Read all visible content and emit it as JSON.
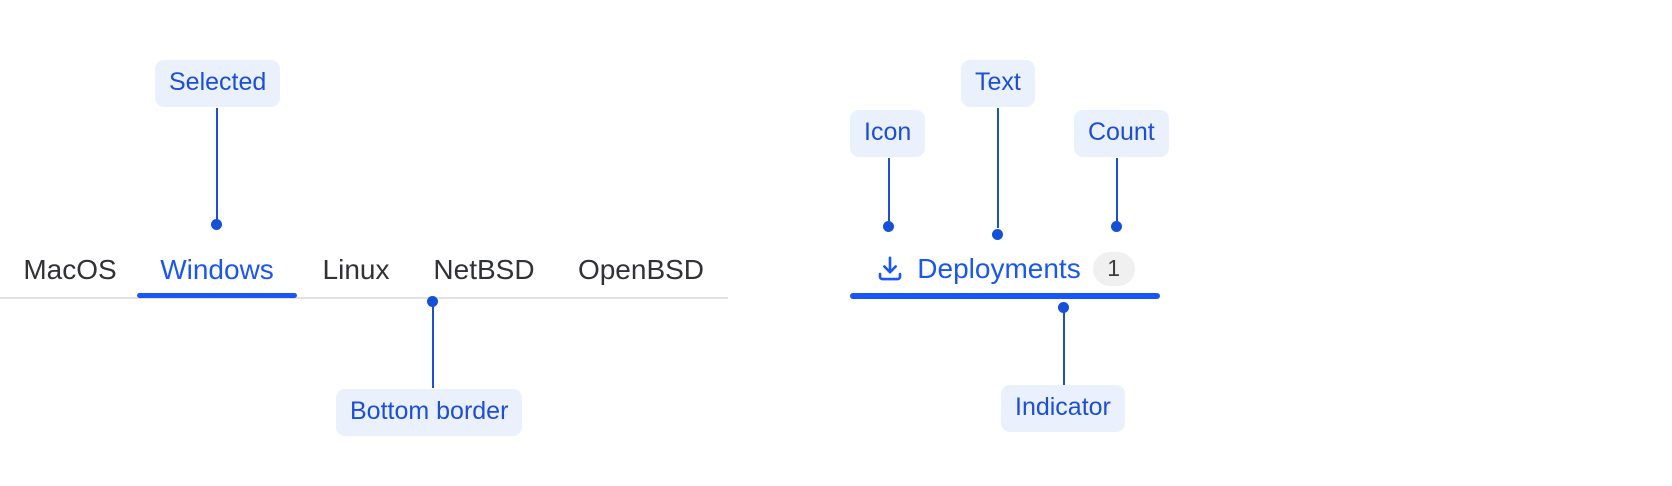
{
  "tabs_example": {
    "name": "os-tabs",
    "items": [
      {
        "label": "MacOS",
        "selected": false
      },
      {
        "label": "Windows",
        "selected": true
      },
      {
        "label": "Linux",
        "selected": false
      },
      {
        "label": "NetBSD",
        "selected": false
      },
      {
        "label": "OpenBSD",
        "selected": false
      }
    ],
    "annotations": {
      "selected": "Selected",
      "bottom_border": "Bottom border"
    }
  },
  "deployments_example": {
    "icon": "download-icon",
    "label": "Deployments",
    "count": "1",
    "selected": true,
    "annotations": {
      "icon": "Icon",
      "text": "Text",
      "count": "Count",
      "indicator": "Indicator"
    }
  },
  "colors": {
    "accent": "#1a56f5",
    "annotation_text": "#1c4ed8",
    "annotation_bg": "#eaf1fd",
    "tab_text": "#313236",
    "rule": "#e2e2e4",
    "badge_bg": "#f0f0f1",
    "badge_text": "#3b3c40"
  }
}
